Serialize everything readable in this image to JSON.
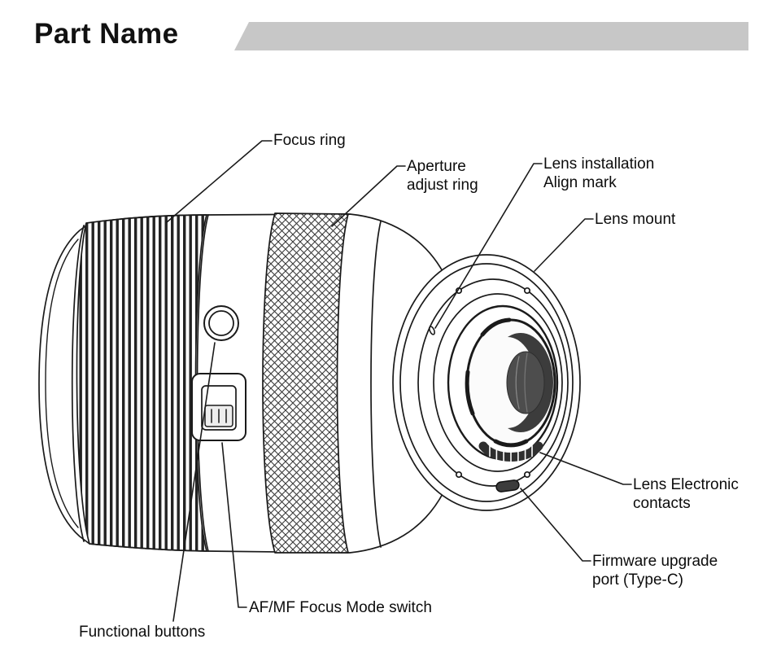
{
  "header": {
    "title": "Part Name"
  },
  "labels": {
    "focus_ring": {
      "text": "Focus ring"
    },
    "aperture_ring": {
      "line1": "Aperture",
      "line2": "adjust ring"
    },
    "align_mark": {
      "line1": "Lens installation",
      "line2": "Align mark"
    },
    "lens_mount": {
      "text": "Lens mount"
    },
    "electronic_contacts": {
      "line1": "Lens Electronic",
      "line2": "contacts"
    },
    "firmware_port": {
      "line1": "Firmware upgrade",
      "line2": "port (Type-C)"
    },
    "af_mf_switch": {
      "text": "AF/MF Focus Mode switch"
    },
    "functional_buttons": {
      "text": "Functional buttons"
    }
  },
  "colors": {
    "banner": "#c7c7c7",
    "ink": "#1a1a1a",
    "dark_fill": "#3c3c3c"
  }
}
